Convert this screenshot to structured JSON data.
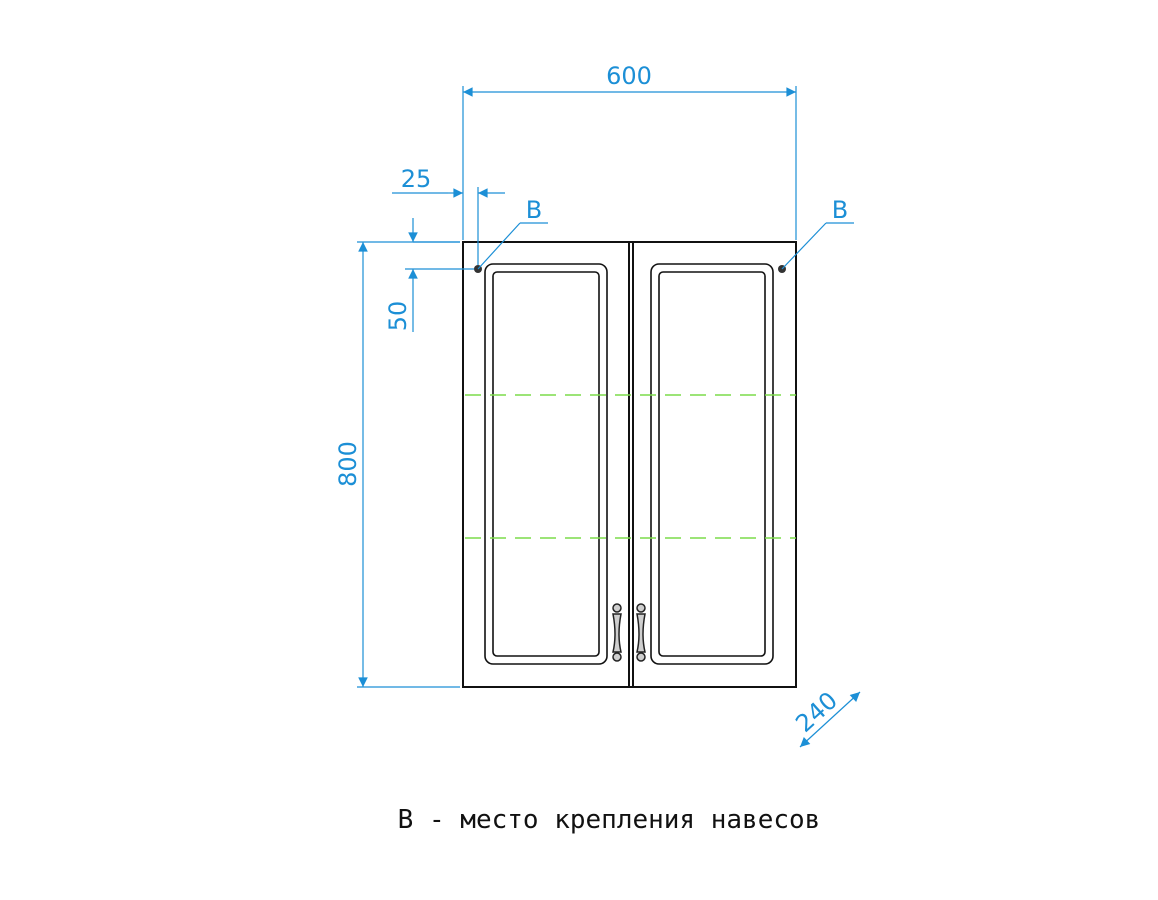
{
  "dimensions": {
    "width": "600",
    "height": "800",
    "depth": "240",
    "mount_offset_x": "25",
    "mount_offset_y": "50"
  },
  "callouts": {
    "left_mount": "B",
    "right_mount": "B"
  },
  "caption": "B - место крепления навесов",
  "colors": {
    "dimension": "#1c8fd6",
    "outline": "#111111",
    "shelf": "#7cdc4a"
  }
}
